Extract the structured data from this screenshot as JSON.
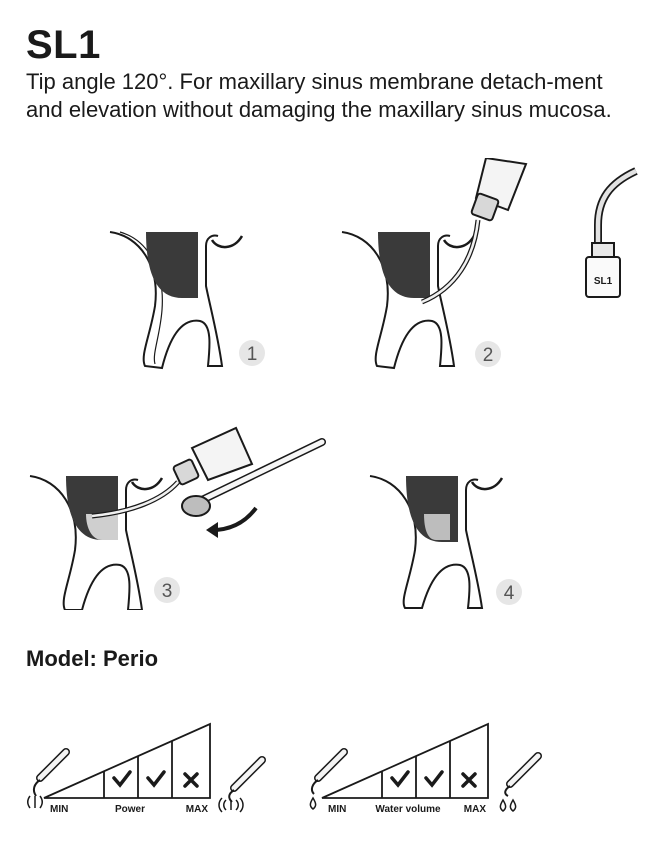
{
  "product": {
    "title": "SL1",
    "description": "Tip angle 120°. For maxillary sinus membrane detach-ment and elevation without damaging the maxillary sinus mucosa."
  },
  "tip_label": "SL1",
  "steps": [
    {
      "number": "1"
    },
    {
      "number": "2"
    },
    {
      "number": "3"
    },
    {
      "number": "4"
    }
  ],
  "model": {
    "label": "Model: Perio"
  },
  "settings": [
    {
      "min_label": "MIN",
      "name": "Power",
      "max_label": "MAX",
      "levels": [
        "",
        "check",
        "check",
        "cross"
      ]
    },
    {
      "min_label": "MIN",
      "name": "Water volume",
      "max_label": "MAX",
      "levels": [
        "",
        "check",
        "check",
        "cross"
      ]
    }
  ],
  "icons": {
    "check": "check-icon",
    "cross": "cross-icon",
    "vibration": "vibration-icon",
    "water-drop": "water-drop-icon"
  }
}
